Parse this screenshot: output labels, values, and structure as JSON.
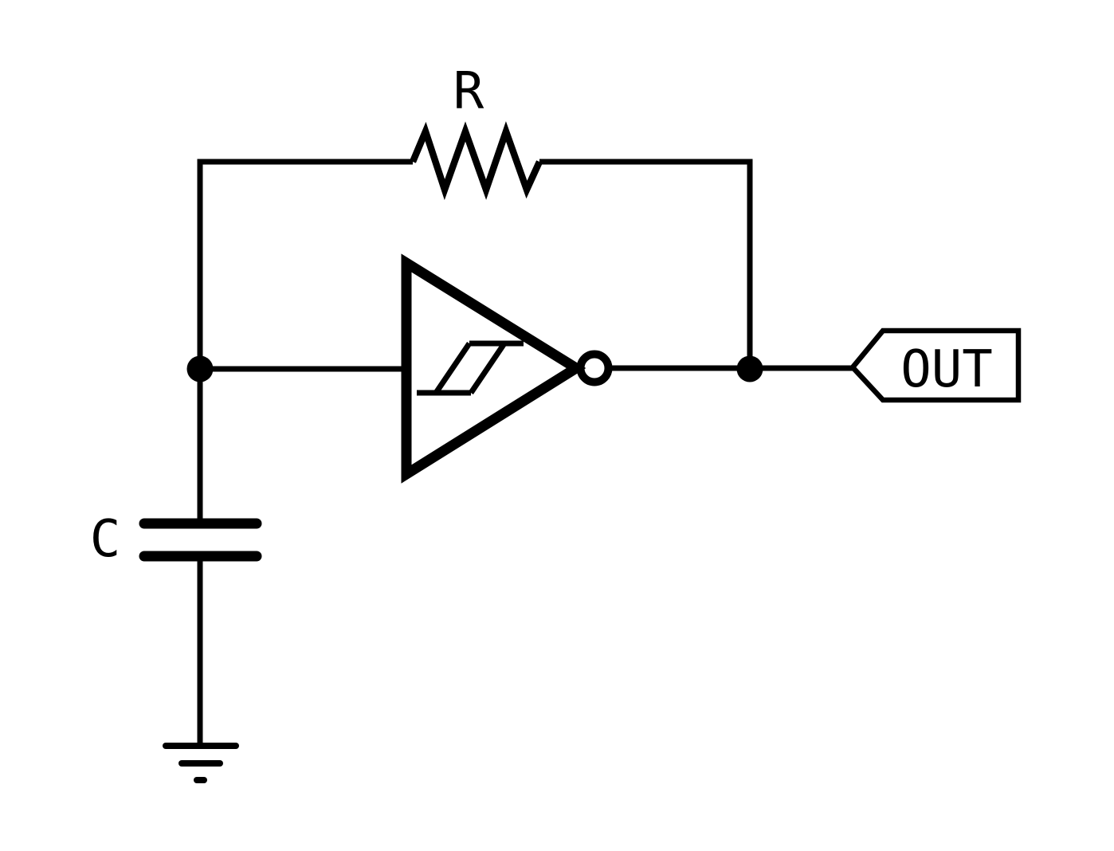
{
  "colors": {
    "ink": "#000000",
    "background": "#ffffff"
  },
  "labels": {
    "resistor": "R",
    "capacitor": "C",
    "output_port": "OUT"
  },
  "components": [
    "feedback-resistor-symbol",
    "schmitt-trigger-inverter-symbol",
    "hysteresis-icon",
    "inversion-bubble-icon",
    "timing-capacitor-symbol",
    "earth-ground-symbol",
    "output-net-tag",
    "junction-dot",
    "junction-dot"
  ]
}
